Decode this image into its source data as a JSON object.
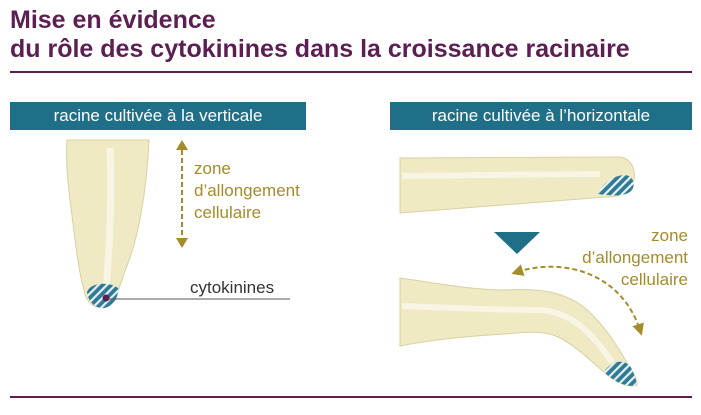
{
  "title": {
    "line1": "Mise en évidence",
    "line2": "du rôle des cytokinines dans la croissance racinaire"
  },
  "panels": {
    "vertical": {
      "label": "racine cultivée à la verticale",
      "zone_lines": [
        "zone",
        "d’allongement",
        "cellulaire"
      ],
      "cytokinin_label": "cytokinines"
    },
    "horizontal": {
      "label": "racine cultivée à l’horizontale",
      "zone_lines": [
        "zone",
        "d’allongement",
        "cellulaire"
      ]
    }
  },
  "colors": {
    "title": "#5b1f52",
    "banner": "#1f6f88",
    "root_fill": "#efe9c4",
    "root_stroke": "#d9d1a4",
    "zone_text": "#a48c2a",
    "cytokinin": "#2f7b96",
    "dot": "#5b1f52"
  }
}
